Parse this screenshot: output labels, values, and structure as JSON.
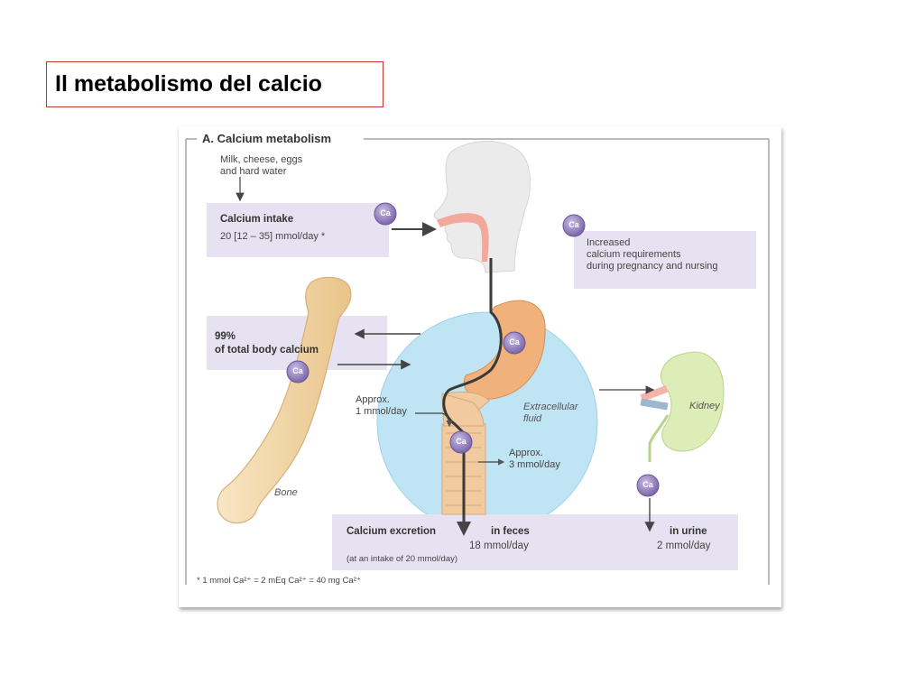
{
  "slide": {
    "title": "Il metabolismo del calcio"
  },
  "figure": {
    "title": "A. Calcium metabolism",
    "sources": "Milk, cheese, eggs\nand hard water",
    "intake": {
      "label": "Calcium intake",
      "value": "20 [12 – 35] mmol/day *"
    },
    "requirements": "Increased\ncalcium requirements\nduring pregnancy and nursing",
    "bone_store": {
      "percent": "99%",
      "label": "of total body calcium"
    },
    "absorption": "Approx.\n1 mmol/day",
    "secretion": "Approx.\n3 mmol/day",
    "ecf": "Extracellular\nfluid",
    "kidney": "Kidney",
    "bone": "Bone",
    "excretion": {
      "label": "Calcium excretion",
      "feces_label": "in feces",
      "feces_value": "18 mmol/day",
      "urine_label": "in urine",
      "urine_value": "2 mmol/day",
      "intake_note": "(at an intake of 20 mmol/day)"
    },
    "footnote": "* 1 mmol Ca²⁺ = 2 mEq Ca²⁺ = 40 mg Ca²⁺",
    "ion_symbol": "Ca"
  },
  "colors": {
    "title_border": "#c0392b",
    "panel": "#e6e2f1",
    "ecf": "#bfe4f4",
    "bone": "#f5dcae",
    "stomach": "#f0b27a",
    "ion": "#8e7cb6",
    "kidney": "#dcedb7"
  }
}
